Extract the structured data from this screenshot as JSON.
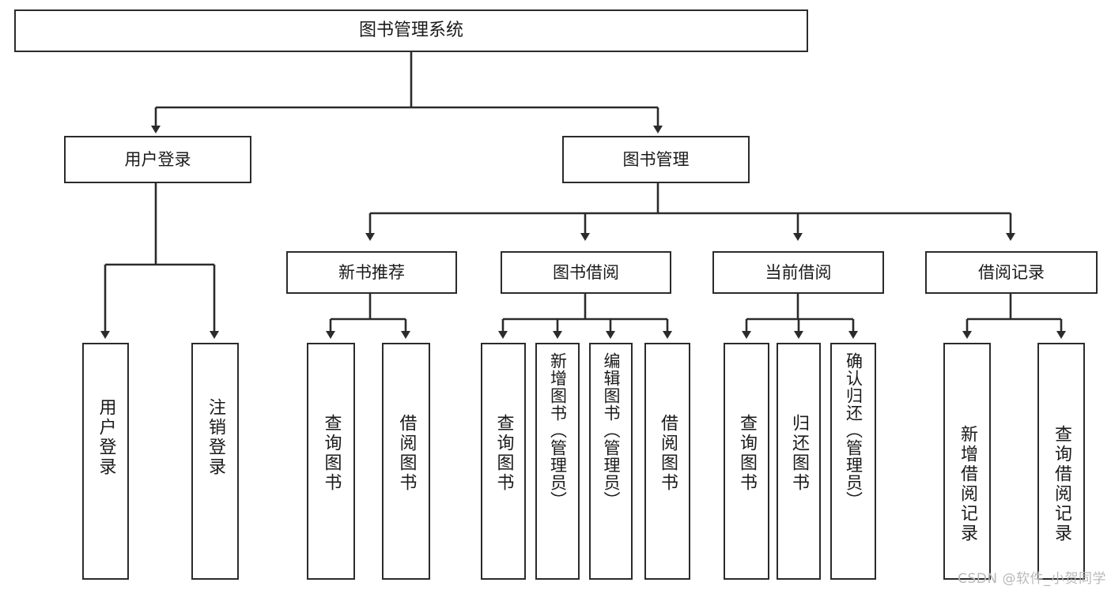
{
  "diagram": {
    "type": "tree-hierarchy-chart",
    "title": "图书管理系统",
    "colors": {
      "box_border": "#2b2b2b",
      "box_fill": "#ffffff",
      "line": "#2b2b2b",
      "text": "#1a1a1a",
      "watermark": "#b9b9b9",
      "background": "#ffffff"
    },
    "levels": {
      "root": {
        "label": "图书管理系统"
      },
      "level2": [
        {
          "label": "用户登录"
        },
        {
          "label": "图书管理"
        }
      ],
      "level3": [
        {
          "label": "新书推荐"
        },
        {
          "label": "图书借阅"
        },
        {
          "label": "当前借阅"
        },
        {
          "label": "借阅记录"
        }
      ],
      "leaves": [
        {
          "label": "用户登录",
          "parent": "用户登录"
        },
        {
          "label": "注销登录",
          "parent": "用户登录"
        },
        {
          "label": "查询图书",
          "parent": "新书推荐"
        },
        {
          "label": "借阅图书",
          "parent": "新书推荐"
        },
        {
          "label": "查询图书",
          "parent": "图书借阅"
        },
        {
          "label": "新增图书（管理员）",
          "parent": "图书借阅"
        },
        {
          "label": "编辑图书（管理员）",
          "parent": "图书借阅"
        },
        {
          "label": "借阅图书",
          "parent": "图书借阅"
        },
        {
          "label": "查询图书",
          "parent": "当前借阅"
        },
        {
          "label": "归还图书",
          "parent": "当前借阅"
        },
        {
          "label": "确认归还（管理员）",
          "parent": "当前借阅"
        },
        {
          "label": "新增借阅记录",
          "parent": "借阅记录"
        },
        {
          "label": "查询借阅记录",
          "parent": "借阅记录"
        }
      ]
    }
  },
  "watermark": {
    "text": "CSDN @软件_小贺同学"
  }
}
